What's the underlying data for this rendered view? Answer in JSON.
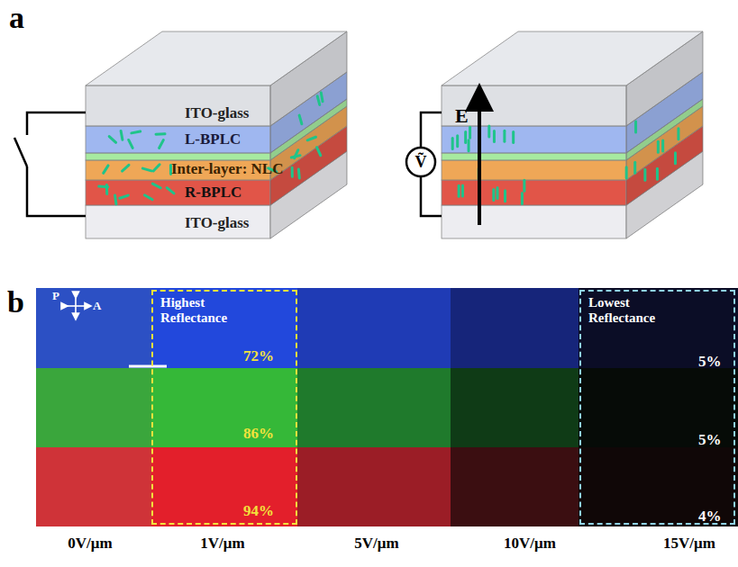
{
  "diagram": {
    "nodes": [
      {
        "text": [
          "Highest Reflectance",
          "72%",
          "86%",
          "94%"
        ]
      },
      {
        "text": [
          "Lowest Reflectance",
          "5%",
          "5%",
          "4%"
        ]
      }
    ],
    "labels": [
      "a",
      "ITO-glass",
      "L-BPLC",
      "Inter-layer: NLC",
      "R-BPLC",
      "ITO-glass",
      "E",
      "Ṽ",
      "b",
      "P",
      "A",
      "0V/μm",
      "1V/μm",
      "5V/μm",
      "10V/μm",
      "15V/μm"
    ]
  }
}
